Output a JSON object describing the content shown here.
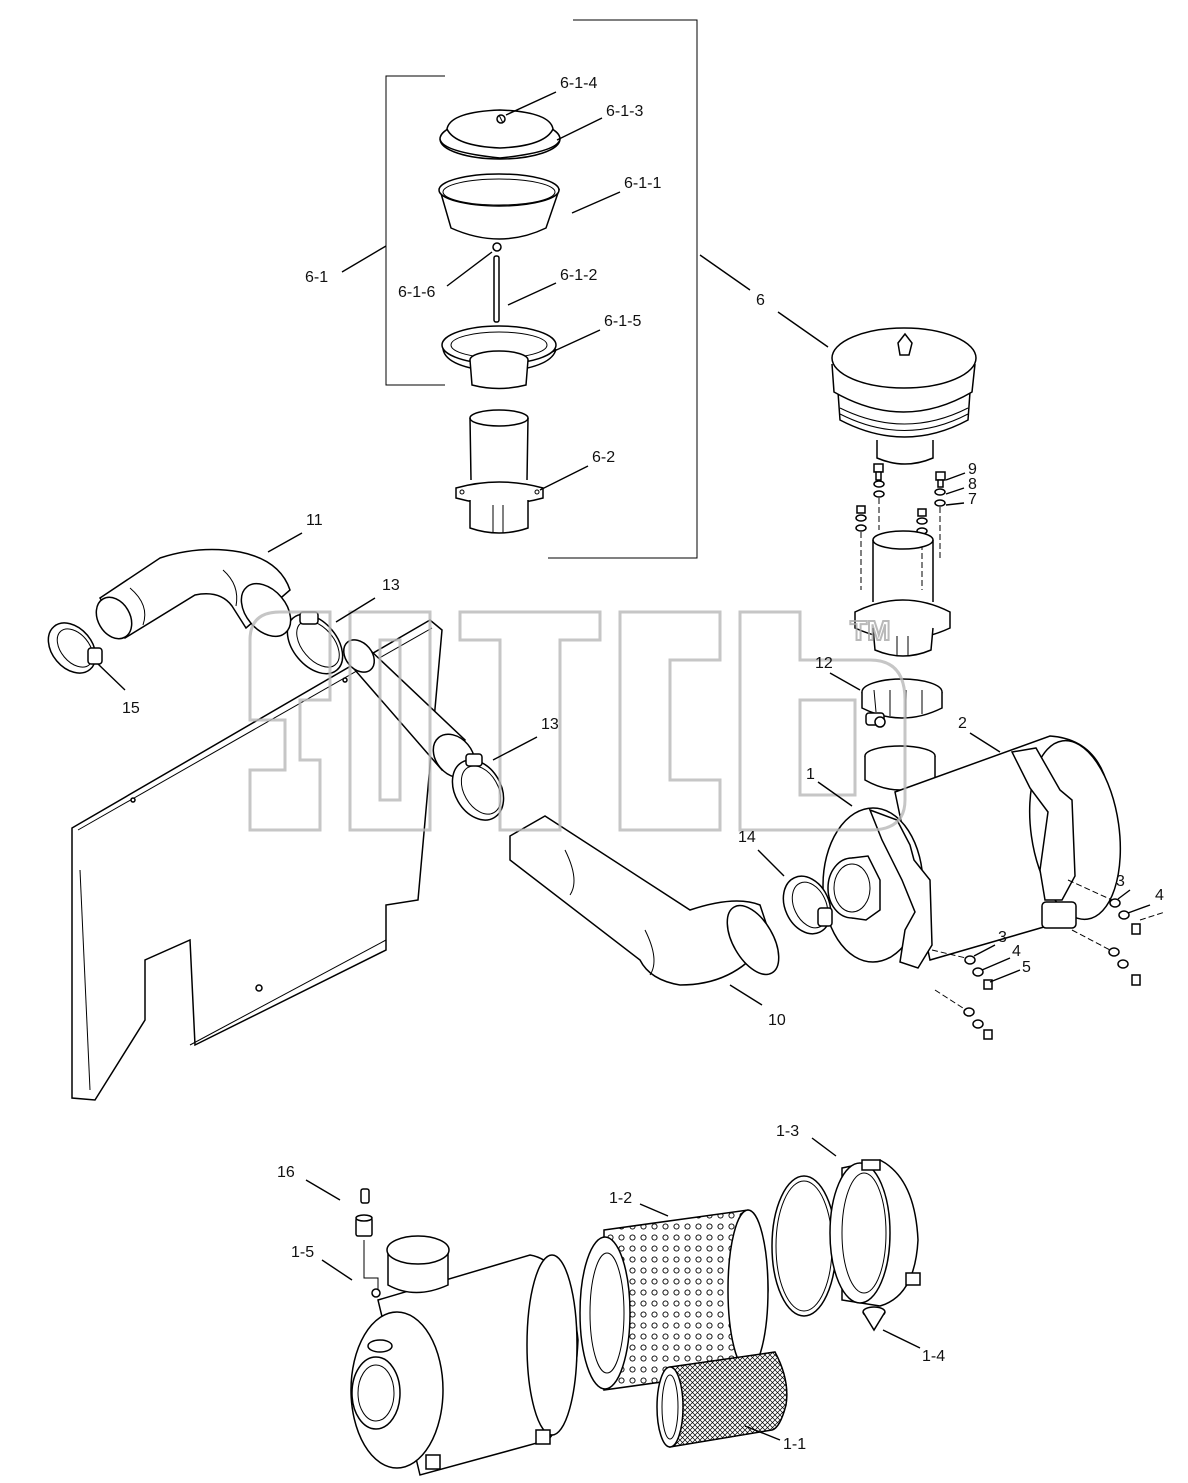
{
  "labels": {
    "l_6_1_4": "6-1-4",
    "l_6_1_3": "6-1-3",
    "l_6_1_1": "6-1-1",
    "l_6_1": "6-1",
    "l_6_1_6": "6-1-6",
    "l_6_1_2": "6-1-2",
    "l_6_1_5": "6-1-5",
    "l_6": "6",
    "l_6_2": "6-2",
    "l_9": "9",
    "l_8": "8",
    "l_7": "7",
    "l_11": "11",
    "l_13a": "13",
    "l_15": "15",
    "l_13b": "13",
    "l_12": "12",
    "l_2": "2",
    "l_1": "1",
    "l_14": "14",
    "l_3a": "3",
    "l_4a": "4",
    "l_3b": "3",
    "l_4b": "4",
    "l_5": "5",
    "l_10": "10",
    "l_1_3": "1-3",
    "l_16": "16",
    "l_1_2": "1-2",
    "l_1_5": "1-5",
    "l_1_4": "1-4",
    "l_1_1": "1-1"
  },
  "watermark": {
    "brand": "JTCB",
    "tm": "TM"
  },
  "colors": {
    "ink": "#000000",
    "watermark": "#b8b8b8",
    "paper": "#ffffff"
  }
}
